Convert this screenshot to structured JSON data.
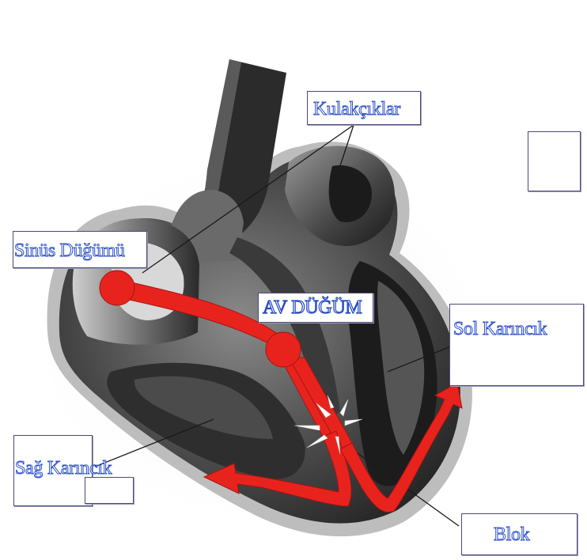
{
  "labels": {
    "atria": "Kulakçıklar",
    "sinus_node": "Sinüs Düğümü",
    "av_node": "AV DÜĞÜM",
    "left_ventricle": "Sol Karıncık",
    "right_ventricle": "Sağ Karıncık",
    "block": "Blok"
  },
  "colors": {
    "conduction": "#e8231e",
    "heart_dark": "#2b2b2b",
    "heart_mid": "#6e6e6e",
    "label_outline": "#2f52c8",
    "box_border": "#4a4a7a"
  }
}
